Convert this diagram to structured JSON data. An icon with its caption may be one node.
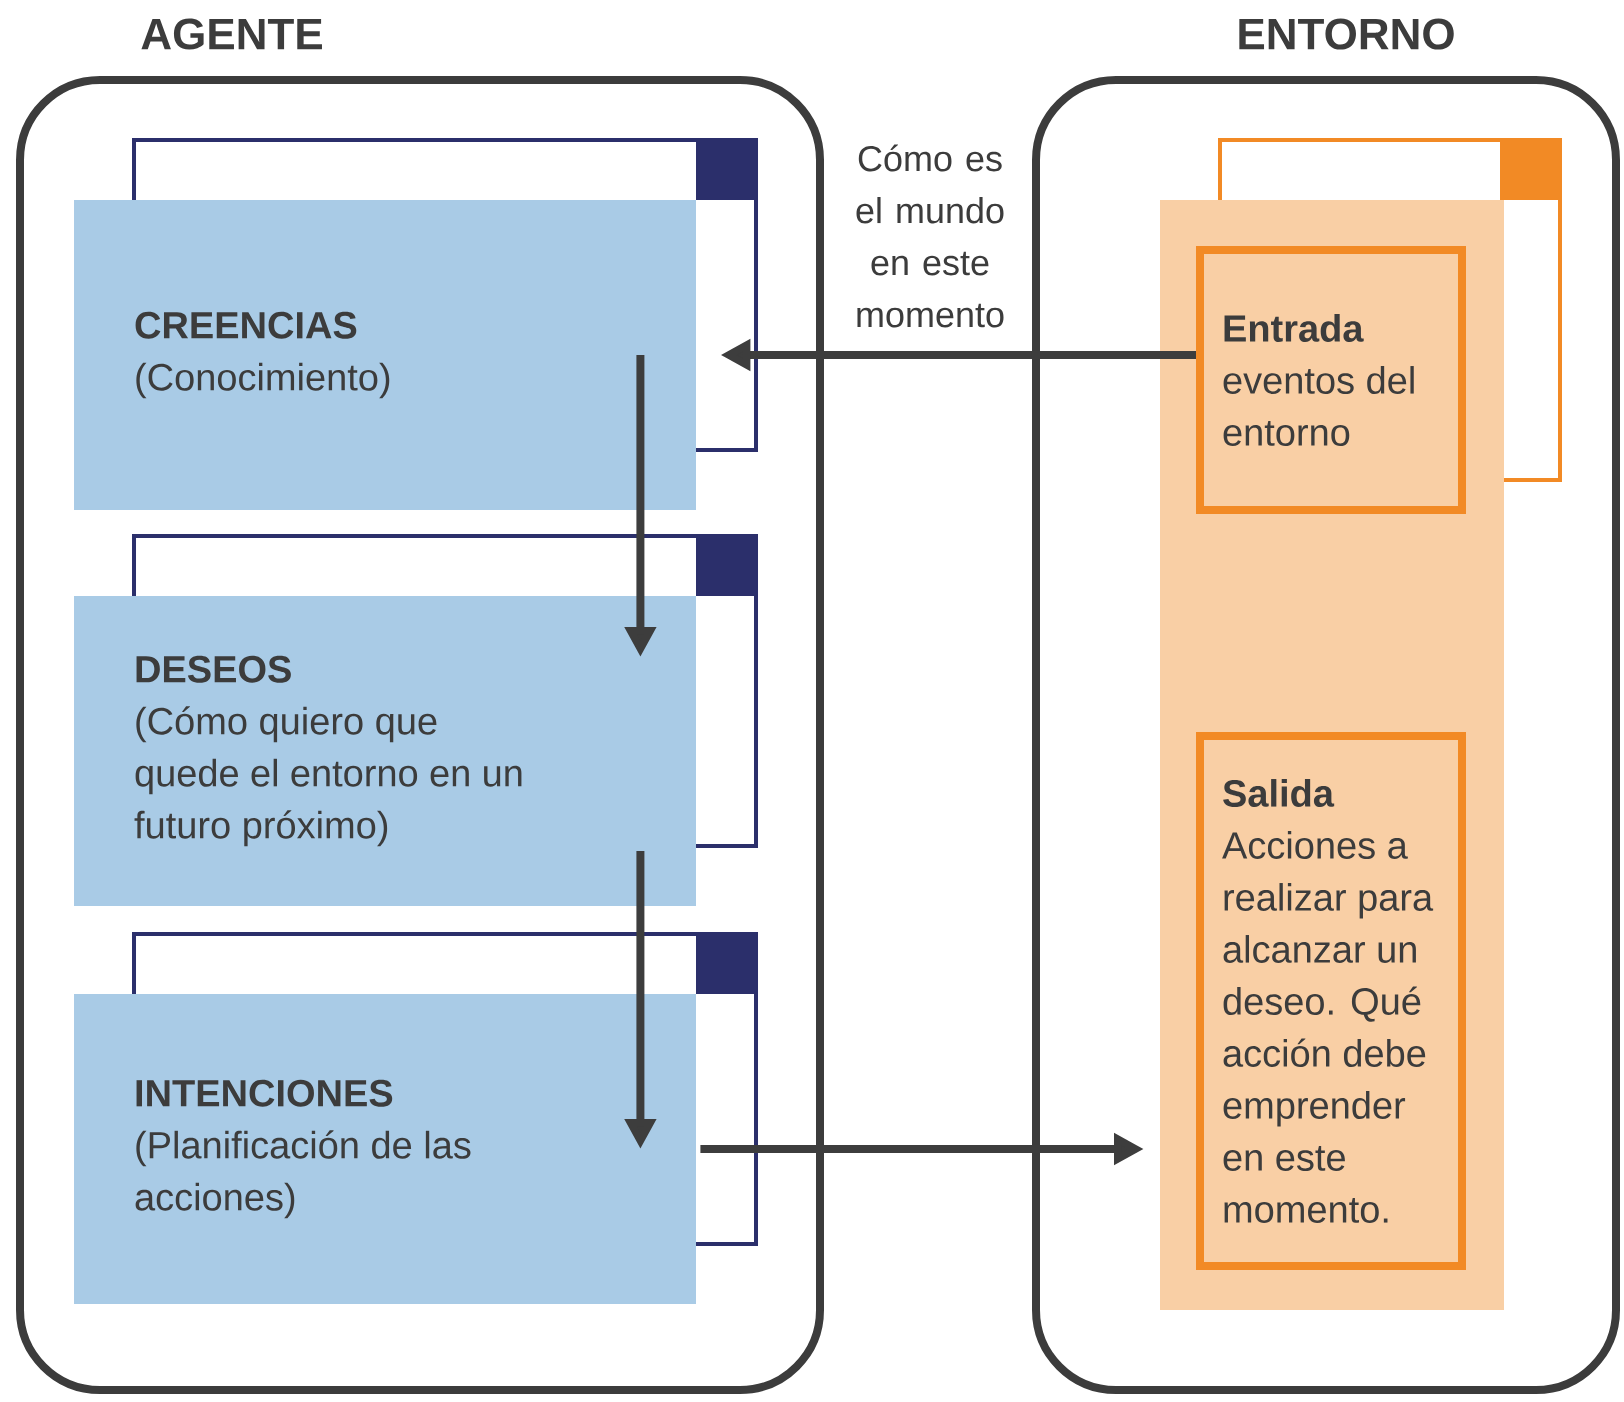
{
  "diagram": {
    "nodes": [
      {
        "text": [
          "AGENTE"
        ]
      },
      {
        "text": [
          "CREENCIAS",
          "(Conocimiento)"
        ],
        "in": 0
      },
      {
        "text": [
          "DESEOS",
          "(Cómo quiero que quede el entorno en un futuro próximo)"
        ],
        "in": 0
      },
      {
        "text": [
          "INTENCIONES",
          "(Planificación de las acciones)"
        ],
        "in": 0
      },
      {
        "text": [
          "ENTORNO"
        ]
      },
      {
        "text": [],
        "shape": "box",
        "in": 4
      },
      {
        "text": [
          "Entrada",
          "eventos del entorno"
        ],
        "in": 5
      },
      {
        "text": [
          "Salida",
          "Acciones a realizar para alcanzar un deseo. Qué acción debe emprender en este momento."
        ],
        "in": 5
      }
    ],
    "edges": [
      {
        "from": 6,
        "to": 1,
        "arrow": "to",
        "label": "Cómo es el mundo en este momento"
      },
      {
        "from": 1,
        "to": 2,
        "arrow": "to"
      },
      {
        "from": 2,
        "to": 3,
        "arrow": "to"
      },
      {
        "from": 3,
        "to": 7,
        "arrow": "to"
      }
    ]
  }
}
